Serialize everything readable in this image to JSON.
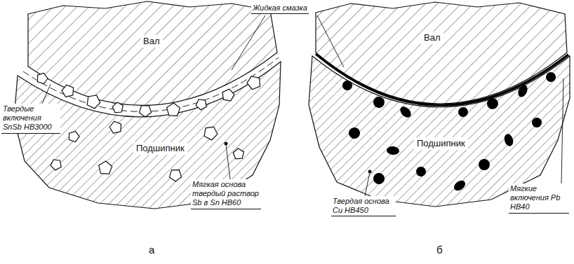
{
  "diagram": {
    "labels": [
      "Жидкая смазка",
      "Вал",
      "Подшипник",
      "Твердые включения SnSb HB3000",
      "Мягкая основа твердый раствор Sb в Sn HB60",
      "а",
      "Вал",
      "Подшипник",
      "Твердая основа Cu HB450",
      "Мягкие включения Pb HB40",
      "б"
    ]
  }
}
